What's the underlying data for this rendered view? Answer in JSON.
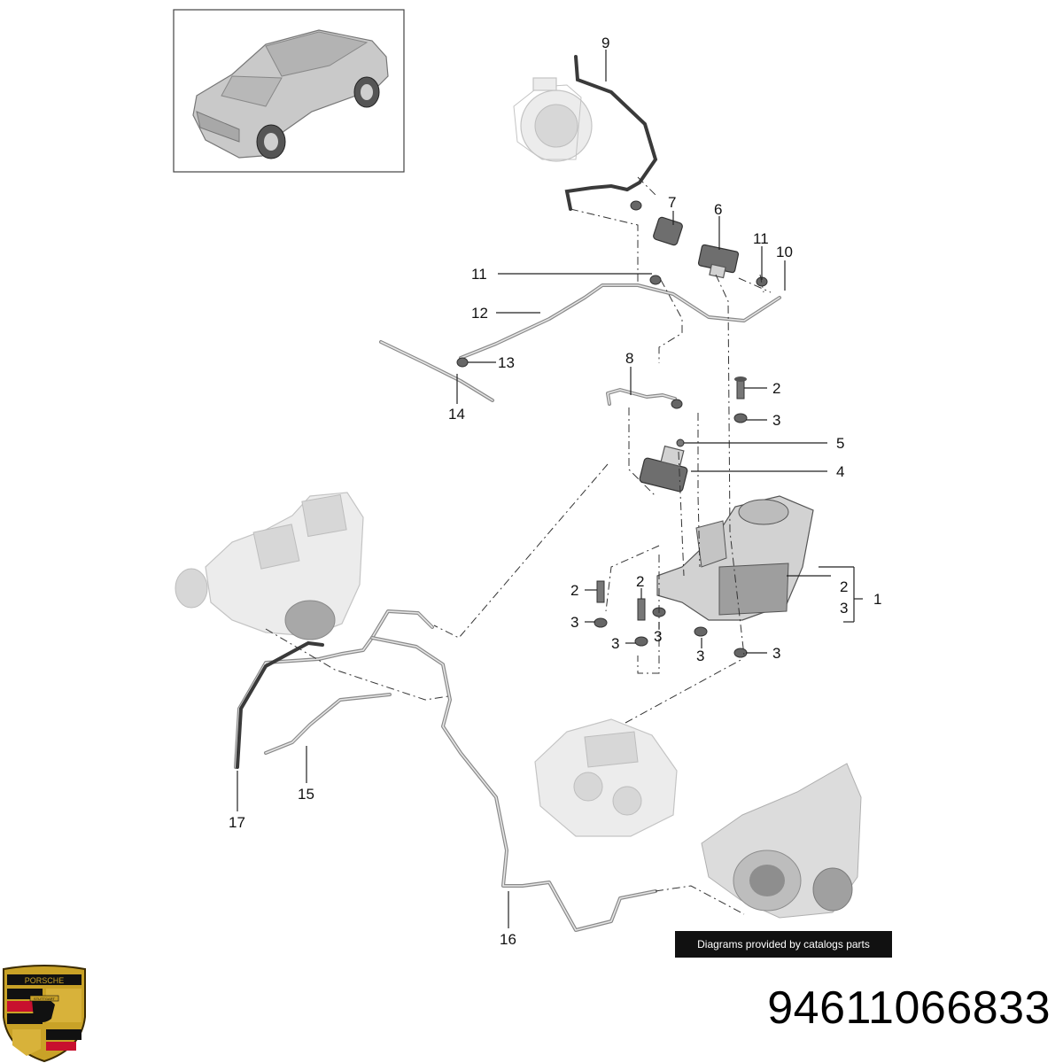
{
  "callouts": [
    {
      "id": "c1",
      "label": "1"
    },
    {
      "id": "c2a",
      "label": "2"
    },
    {
      "id": "c2b",
      "label": "2"
    },
    {
      "id": "c2c",
      "label": "2"
    },
    {
      "id": "c2d",
      "label": "2"
    },
    {
      "id": "c3a",
      "label": "3"
    },
    {
      "id": "c3b",
      "label": "3"
    },
    {
      "id": "c3c",
      "label": "3"
    },
    {
      "id": "c3d",
      "label": "3"
    },
    {
      "id": "c3e",
      "label": "3"
    },
    {
      "id": "c3f",
      "label": "3"
    },
    {
      "id": "c3g",
      "label": "3"
    },
    {
      "id": "c4",
      "label": "4"
    },
    {
      "id": "c5",
      "label": "5"
    },
    {
      "id": "c6",
      "label": "6"
    },
    {
      "id": "c7",
      "label": "7"
    },
    {
      "id": "c8",
      "label": "8"
    },
    {
      "id": "c9",
      "label": "9"
    },
    {
      "id": "c10",
      "label": "10"
    },
    {
      "id": "c11a",
      "label": "11"
    },
    {
      "id": "c11b",
      "label": "11"
    },
    {
      "id": "c12",
      "label": "12"
    },
    {
      "id": "c13",
      "label": "13"
    },
    {
      "id": "c14",
      "label": "14"
    },
    {
      "id": "c15",
      "label": "15"
    },
    {
      "id": "c16",
      "label": "16"
    },
    {
      "id": "c17",
      "label": "17"
    }
  ],
  "credit": "Diagrams provided by catalogs parts",
  "part_number": "94611066833",
  "brand": {
    "crest_text": "PORSCHE",
    "crest_subtext": "STUTTGART",
    "colors": {
      "gold": "#c9a227",
      "red": "#c8102e",
      "black": "#111111"
    }
  },
  "icons": {
    "vehicle": "suv-thumbnail-icon",
    "crest": "porsche-crest-icon"
  }
}
